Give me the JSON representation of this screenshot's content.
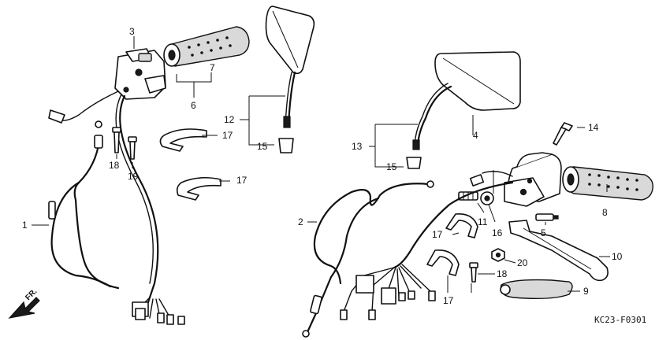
{
  "callouts": {
    "c1": "1",
    "c2": "2",
    "c3": "3",
    "c4": "4",
    "c5": "5",
    "c6": "6",
    "c7": "7",
    "c8": "8",
    "c9": "9",
    "c10": "10",
    "c11": "11",
    "c12": "12",
    "c13": "13",
    "c14": "14",
    "c15a": "15",
    "c15b": "15",
    "c16": "16",
    "c17a": "17",
    "c17b": "17",
    "c17c": "17",
    "c17d": "17",
    "c18a": "18",
    "c18b": "18",
    "c19": "19",
    "c20": "20"
  },
  "direction_label": "FR.",
  "diagram_code": "KC23-F0301"
}
